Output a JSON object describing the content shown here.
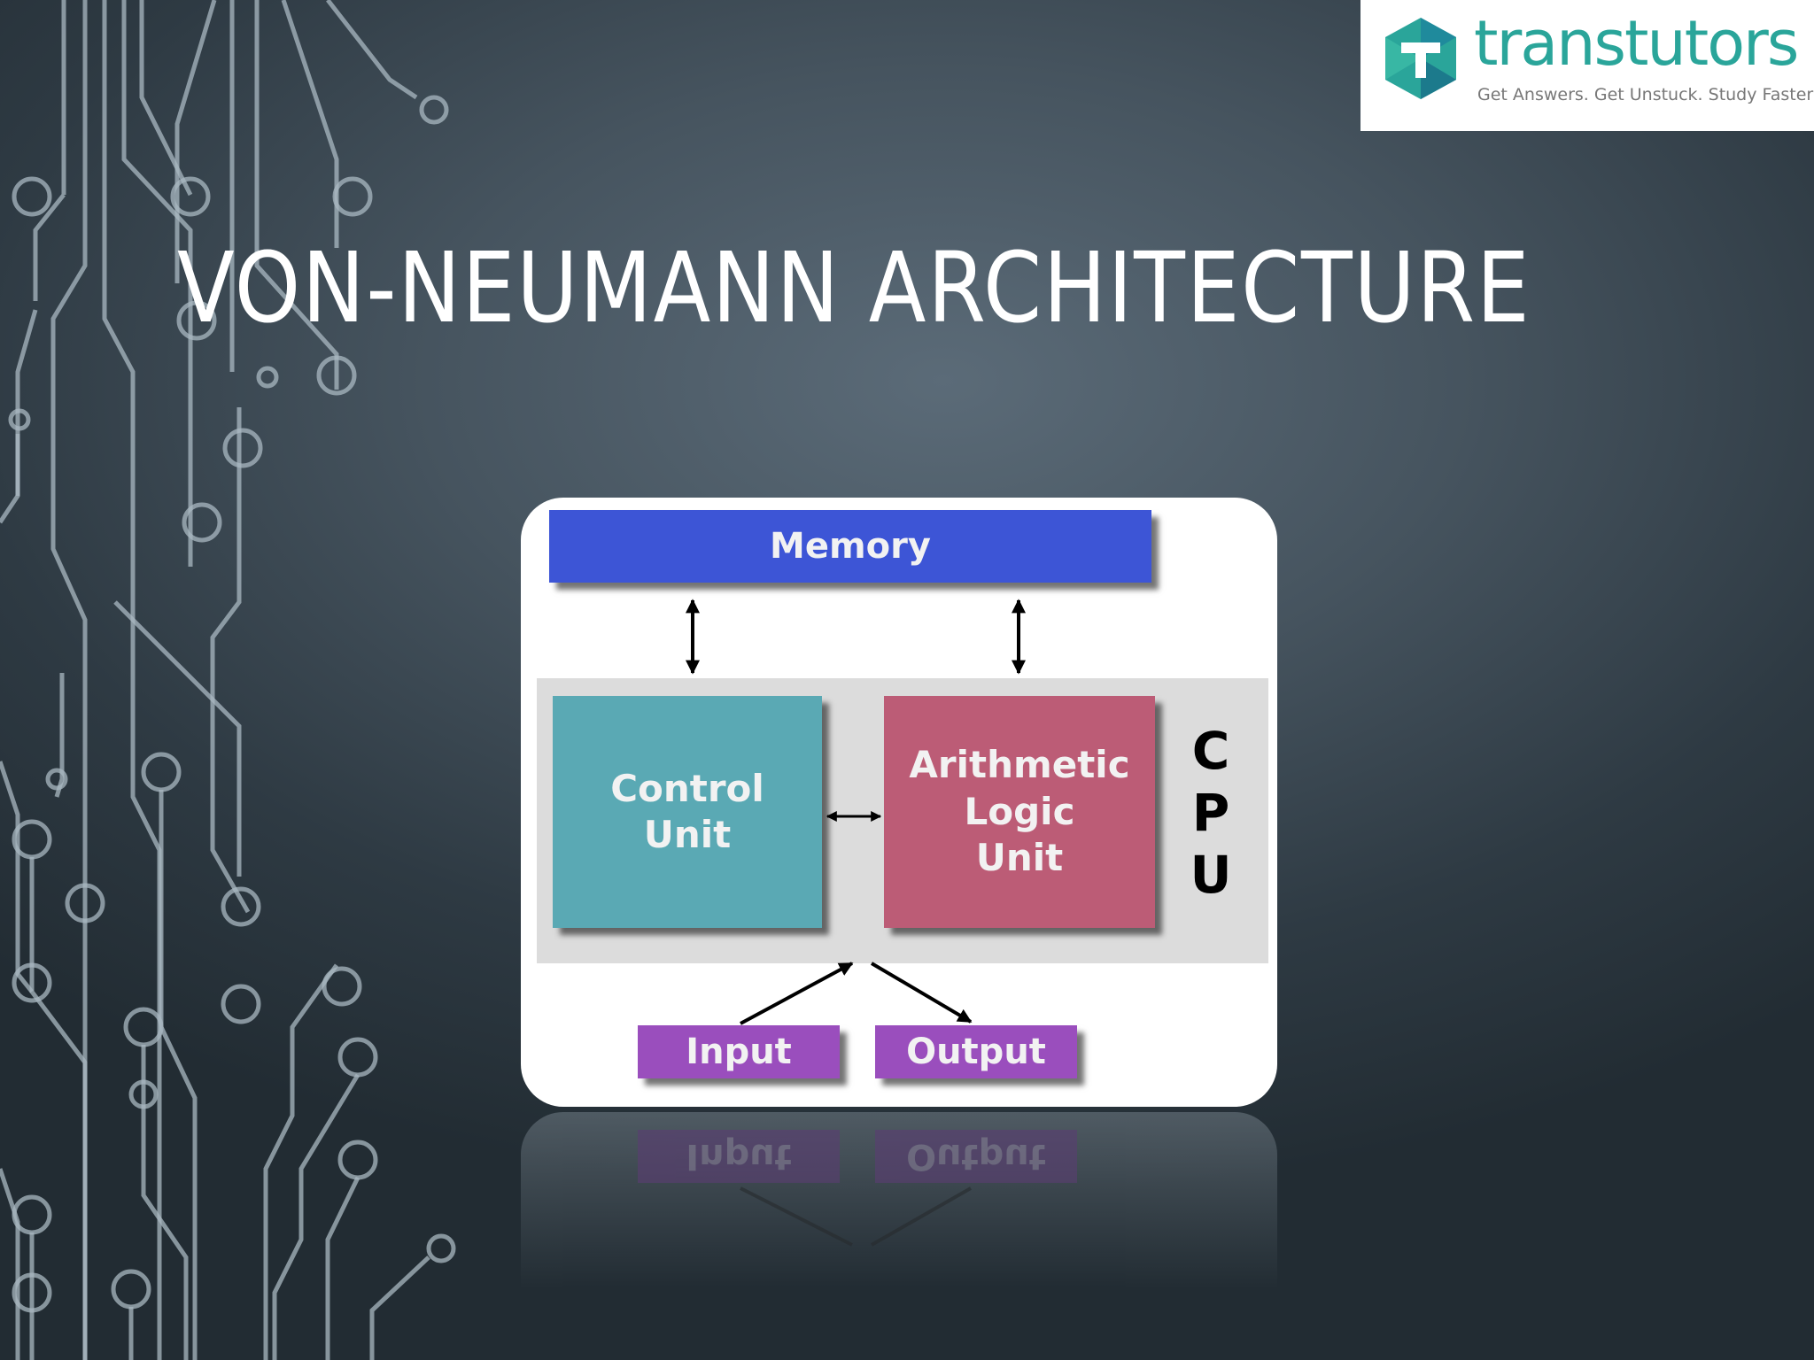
{
  "slide": {
    "title": "VON-NEUMANN ARCHITECTURE"
  },
  "logo": {
    "name": "transtutors",
    "tagline": "Get Answers. Get Unstuck. Study Faster",
    "accent_color": "#2aa59a"
  },
  "diagram": {
    "memory": "Memory",
    "control_unit": "Control\nUnit",
    "alu": "Arithmetic\nLogic\nUnit",
    "cpu_letters": [
      "C",
      "P",
      "U"
    ],
    "input": "Input",
    "output": "Output",
    "colors": {
      "memory": "#3d55d6",
      "control_unit": "#5aa9b4",
      "alu": "#bc5c76",
      "io": "#9a4ebd",
      "cpu_band": "#dcdcdc"
    }
  },
  "reflection": {
    "input": "Input",
    "output": "Output"
  }
}
